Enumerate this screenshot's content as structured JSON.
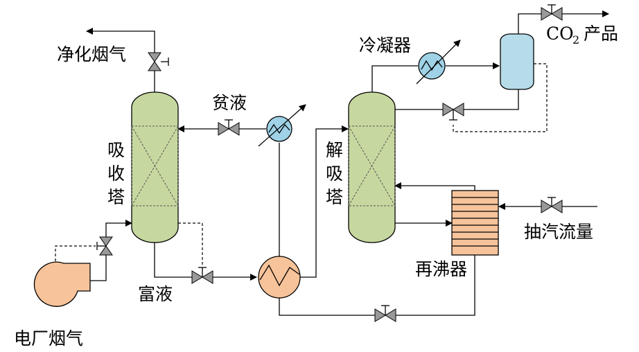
{
  "labels": {
    "clean_flue_gas": "净化烟气",
    "lean_solution": "贫液",
    "absorber_char1": "吸",
    "absorber_char2": "收",
    "absorber_char3": "塔",
    "rich_solution": "富液",
    "power_plant_flue_gas": "电厂烟气",
    "condenser": "冷凝器",
    "co2": "CO",
    "co2_subscript": "2",
    "product": "产品",
    "desorber_char1": "解",
    "desorber_char2": "吸",
    "desorber_char3": "塔",
    "reboiler": "再沸器",
    "steam_extraction": "抽汽流量"
  },
  "colors": {
    "tower_fill": "#c6d89f",
    "cooler_fill": "#9fd2e6",
    "exchanger_fill": "#f7c39a",
    "reboiler_fill": "#f7c39a",
    "separator_fill": "#b6dce9",
    "blower_fill": "#f7c39a",
    "valve_fill": "#999999"
  }
}
